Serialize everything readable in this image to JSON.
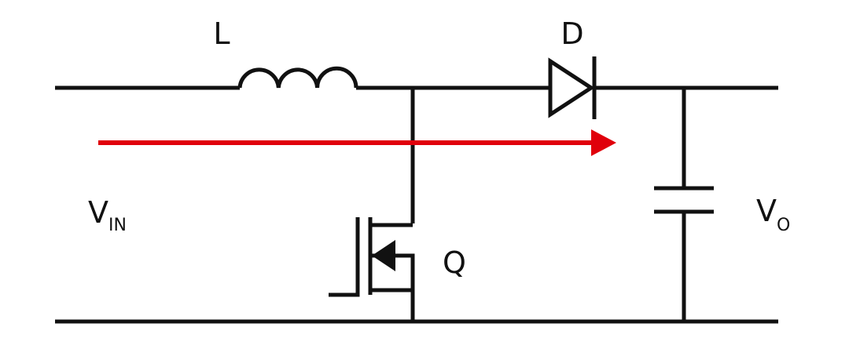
{
  "labels": {
    "inductor": "L",
    "diode": "D",
    "switch": "Q",
    "vin_main": "V",
    "vin_sub": "IN",
    "vo_main": "V",
    "vo_sub": "O"
  },
  "colors": {
    "wire": "#111111",
    "current_arrow": "#e0000b",
    "background": "#ffffff"
  }
}
